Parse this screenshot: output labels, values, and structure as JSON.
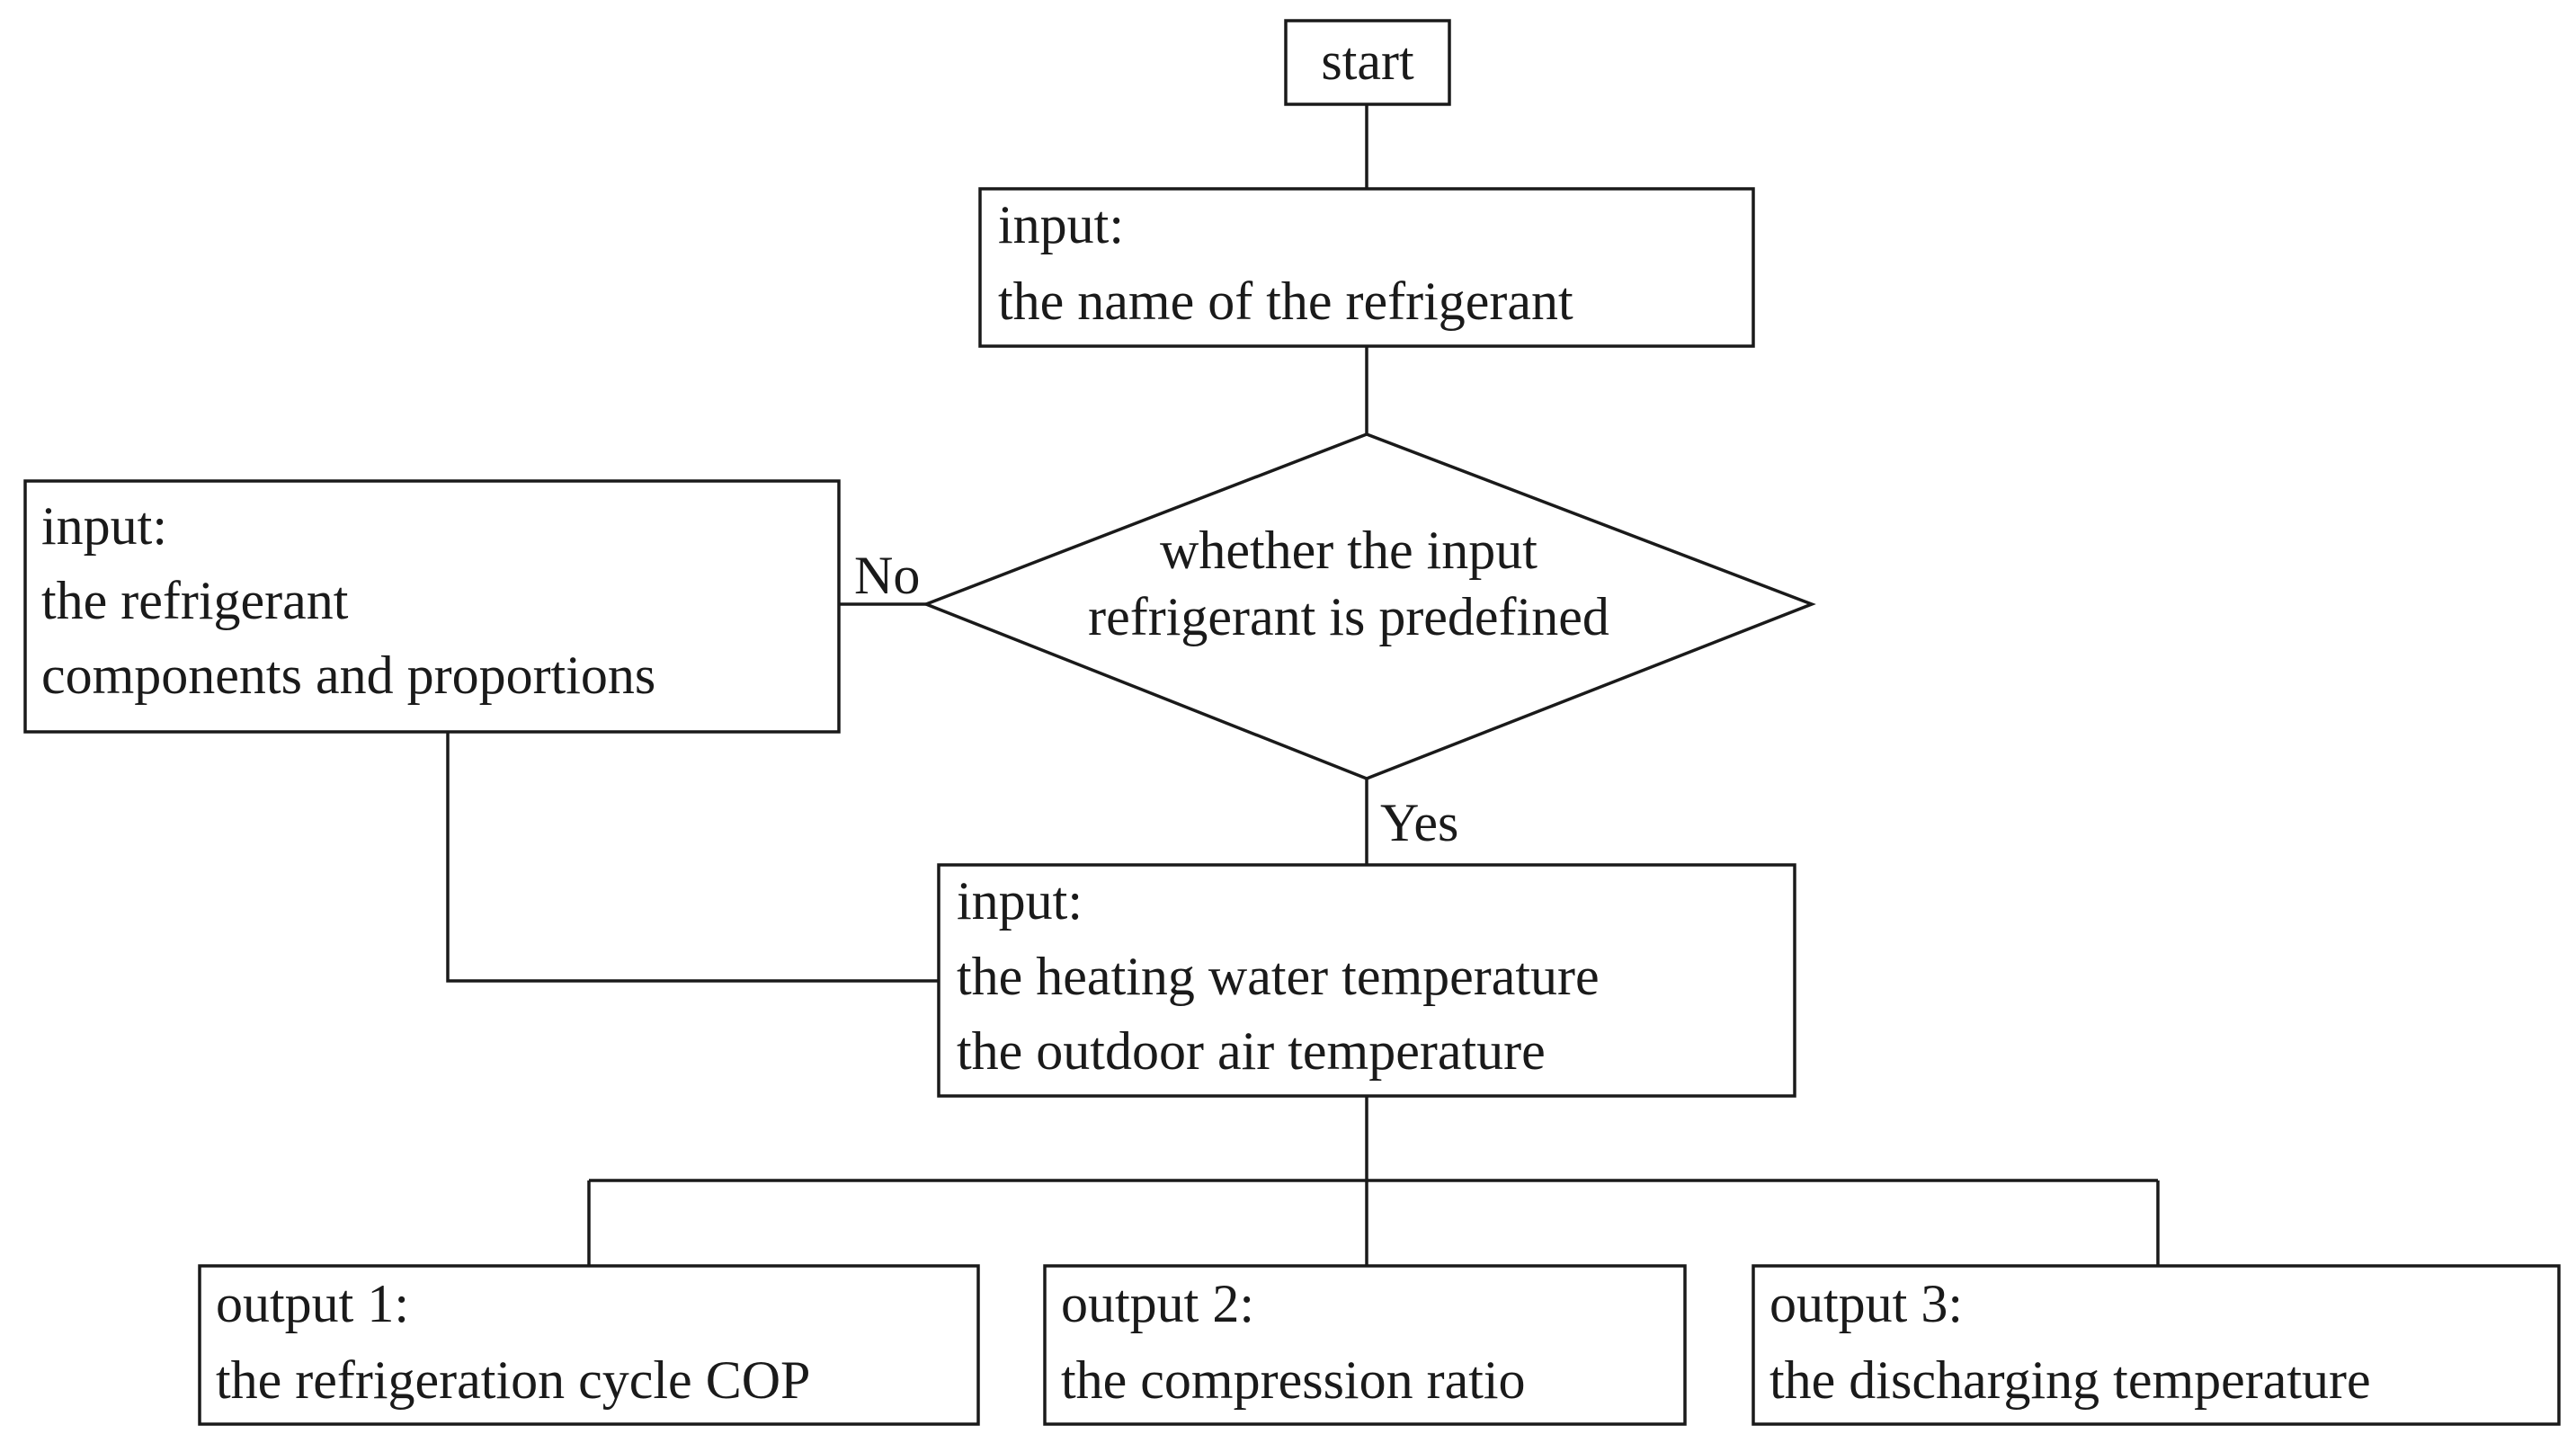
{
  "flowchart": {
    "start": {
      "label": "start"
    },
    "input_name": {
      "lines": [
        "input:",
        "the name of the refrigerant"
      ]
    },
    "decision": {
      "lines": [
        "whether the input",
        "refrigerant is predefined"
      ]
    },
    "input_components": {
      "lines": [
        "input:",
        "the refrigerant",
        "components and proportions"
      ]
    },
    "input_temps": {
      "lines": [
        "input:",
        "the heating water temperature",
        "the outdoor air temperature"
      ]
    },
    "outputs": [
      {
        "lines": [
          "output 1:",
          "the refrigeration cycle COP"
        ]
      },
      {
        "lines": [
          "output 2:",
          "the compression ratio"
        ]
      },
      {
        "lines": [
          "output 3:",
          "the discharging temperature"
        ]
      }
    ],
    "edge_labels": {
      "no": "No",
      "yes": "Yes"
    }
  }
}
